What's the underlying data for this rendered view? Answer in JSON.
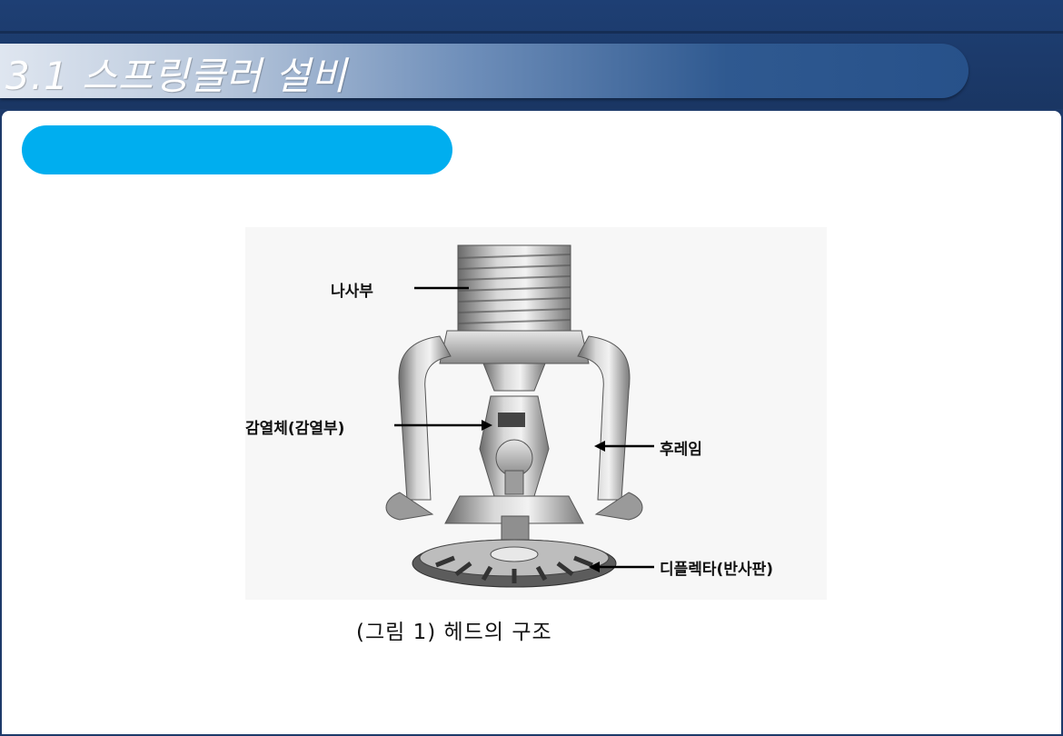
{
  "header": {
    "title": "3.1 스프링클러 설비"
  },
  "subtitle": {
    "text": ""
  },
  "diagram": {
    "labels": {
      "thread": "나사부",
      "heat_element": "감열체(감열부)",
      "frame": "후레임",
      "deflector": "디플렉타(반사판)"
    },
    "caption": "(그림  1) 헤드의 구조"
  },
  "colors": {
    "header_bg": "#1d3a6a",
    "subtitle_bar": "#00aeef",
    "content_bg": "#ffffff"
  }
}
